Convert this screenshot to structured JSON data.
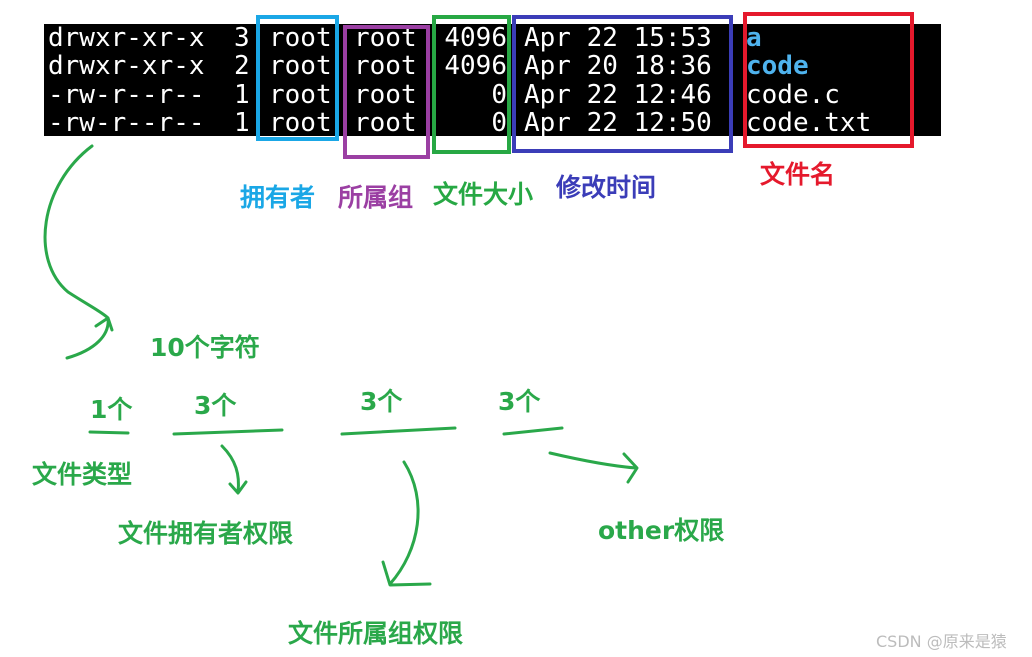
{
  "terminal": {
    "rows": [
      {
        "perms": "drwxr-xr-x",
        "links": "3",
        "owner": "root",
        "group": "root",
        "size": "4096",
        "time": "Apr 22 15:53",
        "name": "a"
      },
      {
        "perms": "drwxr-xr-x",
        "links": "2",
        "owner": "root",
        "group": "root",
        "size": "4096",
        "time": "Apr 20 18:36",
        "name": "code"
      },
      {
        "perms": "-rw-r--r--",
        "links": "1",
        "owner": "root",
        "group": "root",
        "size": "0",
        "time": "Apr 22 12:46",
        "name": "code.c"
      },
      {
        "perms": "-rw-r--r--",
        "links": "1",
        "owner": "root",
        "group": "root",
        "size": "0",
        "time": "Apr 22 12:50",
        "name": "code.txt"
      }
    ]
  },
  "labels": {
    "owner": "拥有者",
    "group": "所属组",
    "size": "文件大小",
    "mtime": "修改时间",
    "filename": "文件名"
  },
  "colors": {
    "owner": "#1aa7e6",
    "group": "#9b3fa3",
    "size": "#27a844",
    "mtime": "#3b3db8",
    "filename": "#e5192c",
    "annotation": "#2aa84a",
    "dir_name": "#4fb3ee"
  },
  "permissions": {
    "total": "10个字符",
    "type_count": "1个",
    "owner_count": "3个",
    "group_count": "3个",
    "other_count": "3个",
    "type_label": "文件类型",
    "owner_label": "文件拥有者权限",
    "group_label": "文件所属组权限",
    "other_label": "other权限"
  },
  "watermark": "CSDN @原来是猿"
}
